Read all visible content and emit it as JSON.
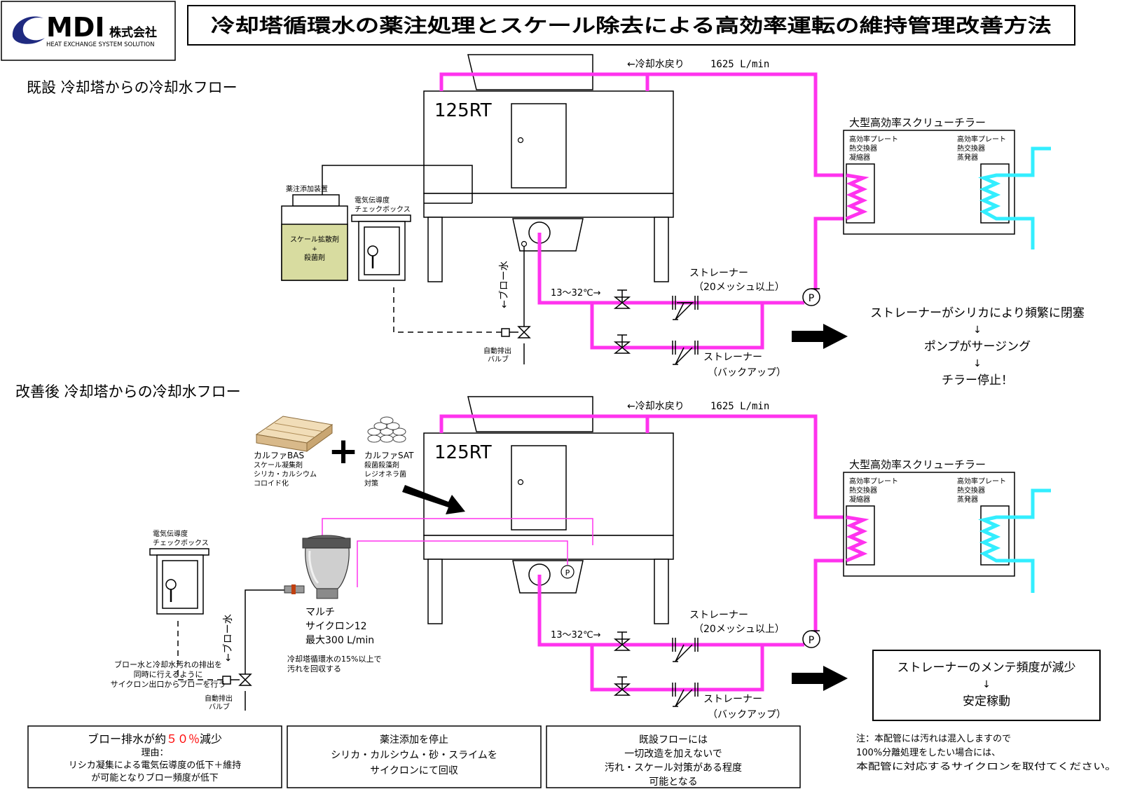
{
  "logo": {
    "brand": "MDI",
    "suffix": "株式会社",
    "tagline": "HEAT EXCHANGE SYSTEM SOLUTION"
  },
  "title": "冷却塔循環水の薬注処理とスケール除去による高効率運転の維持管理改善方法",
  "colors": {
    "hot_pipe": "#ff33ee",
    "cold_pipe": "#33eeff",
    "tank_fill": "#d8dca0",
    "accent_red": "#ff0000"
  },
  "existing": {
    "heading": "既設 冷却塔からの冷却水フロー",
    "return_label": "←冷却水戻り",
    "return_flow": "1625 L/min",
    "tower_capacity": "125RT",
    "chemical_unit": "薬注添加装置",
    "chemical_line1": "スケール拡散剤",
    "chemical_plus": "+",
    "chemical_line2": "殺菌剤",
    "conductivity_line1": "電気伝導度",
    "conductivity_line2": "チェックボックス",
    "blow_label": "←ブロー水",
    "auto_valve_line1": "自動排出",
    "auto_valve_line2": "バルブ",
    "temp_label": "13～32℃→",
    "strainer_main_line1": "ストレーナー",
    "strainer_main_line2": "（20メッシュ以上）",
    "strainer_backup_line1": "ストレーナー",
    "strainer_backup_line2": "（バックアップ）",
    "pump_symbol": "P",
    "chiller_title": "大型高効率スクリューチラー",
    "condenser": [
      "高効率プレート",
      "熱交換器",
      "凝縮器"
    ],
    "evaporator": [
      "高効率プレート",
      "熱交換器",
      "蒸発器"
    ],
    "result": [
      "ストレーナーがシリカにより頻繁に閉塞",
      "↓",
      "ポンプがサージング",
      "↓",
      "チラー停止！"
    ]
  },
  "improved": {
    "heading": "改善後 冷却塔からの冷却水フロー",
    "return_label": "←冷却水戻り",
    "return_flow": "1625 L/min",
    "tower_capacity": "125RT",
    "bas": [
      "カルファBAS",
      "スケール凝集剤",
      "シリカ・カルシウム",
      "コロイド化"
    ],
    "plus": "+",
    "sat": [
      "カルファSAT",
      "殺菌殺藻剤",
      "レジオネラ菌",
      "対策"
    ],
    "conductivity_line1": "電気伝導度",
    "conductivity_line2": "チェックボックス",
    "blow_label": "←ブロー水",
    "blow_note": [
      "ブロー水と冷却水汚れの排出を",
      "同時に行えるように",
      "サイクロン出口からブローを行う"
    ],
    "auto_valve_line1": "自動排出",
    "auto_valve_line2": "バルブ",
    "cyclone": [
      "マルチ",
      "サイクロン12",
      "最大300 L/min"
    ],
    "cyclone_note": [
      "冷却塔循環水の15%以上で",
      "汚れを回収する"
    ],
    "temp_label": "13～32℃→",
    "strainer_main_line1": "ストレーナー",
    "strainer_main_line2": "（20メッシュ以上）",
    "strainer_backup_line1": "ストレーナー",
    "strainer_backup_line2": "（バックアップ）",
    "pump_symbol": "P",
    "chiller_title": "大型高効率スクリューチラー",
    "condenser": [
      "高効率プレート",
      "熱交換器",
      "凝縮器"
    ],
    "evaporator": [
      "高効率プレート",
      "熱交換器",
      "蒸発器"
    ],
    "result": [
      "ストレーナーのメンテ頻度が減少",
      "↓",
      "安定稼動"
    ]
  },
  "boxes": {
    "box1_pre": "ブロー排水が約",
    "box1_percent": "５０％",
    "box1_post": "減少",
    "box1_lines": [
      "理由：",
      "リシカ凝集による電気伝導度の低下＋維持",
      "が可能となりブロー頻度が低下"
    ],
    "box2": [
      "薬注添加を停止",
      "シリカ・カルシウム・砂・スライムを",
      "サイクロンにて回収"
    ],
    "box3": [
      "既設フローには",
      "一切改造を加えないで",
      "汚れ・スケール対策がある程度",
      "可能となる"
    ]
  },
  "note": [
    "注：本配管には汚れは混入しますので",
    "100%分離処理をしたい場合には、",
    "本配管に対応するサイクロンを取付てください。"
  ]
}
